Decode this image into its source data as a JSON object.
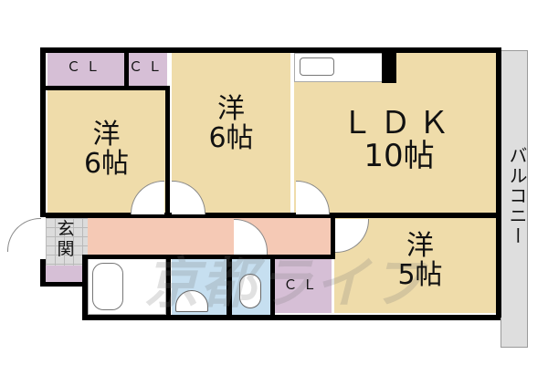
{
  "floorplan": {
    "rooms": [
      {
        "id": "west-room-1",
        "type_label": "洋",
        "size_label": "6帖"
      },
      {
        "id": "west-room-2",
        "type_label": "洋",
        "size_label": "6帖"
      },
      {
        "id": "ldk",
        "type_label": "ＬＤＫ",
        "size_label": "10帖"
      },
      {
        "id": "west-room-3",
        "type_label": "洋",
        "size_label": "5帖"
      }
    ],
    "closets": [
      {
        "id": "closet-1",
        "label": "ＣＬ"
      },
      {
        "id": "closet-2",
        "label": "ＣＬ"
      },
      {
        "id": "closet-3",
        "label": "ＣＬ"
      }
    ],
    "entrance_label": "玄関",
    "balcony_label": "バルコニー",
    "watermark_text": "京都ライフ"
  },
  "colors": {
    "room": "#efdcaa",
    "closet": "#d6bfd6",
    "hallway": "#f5c9b5",
    "wet_area": "#c6dff0",
    "balcony": "#dedede",
    "wall": "#000000"
  }
}
